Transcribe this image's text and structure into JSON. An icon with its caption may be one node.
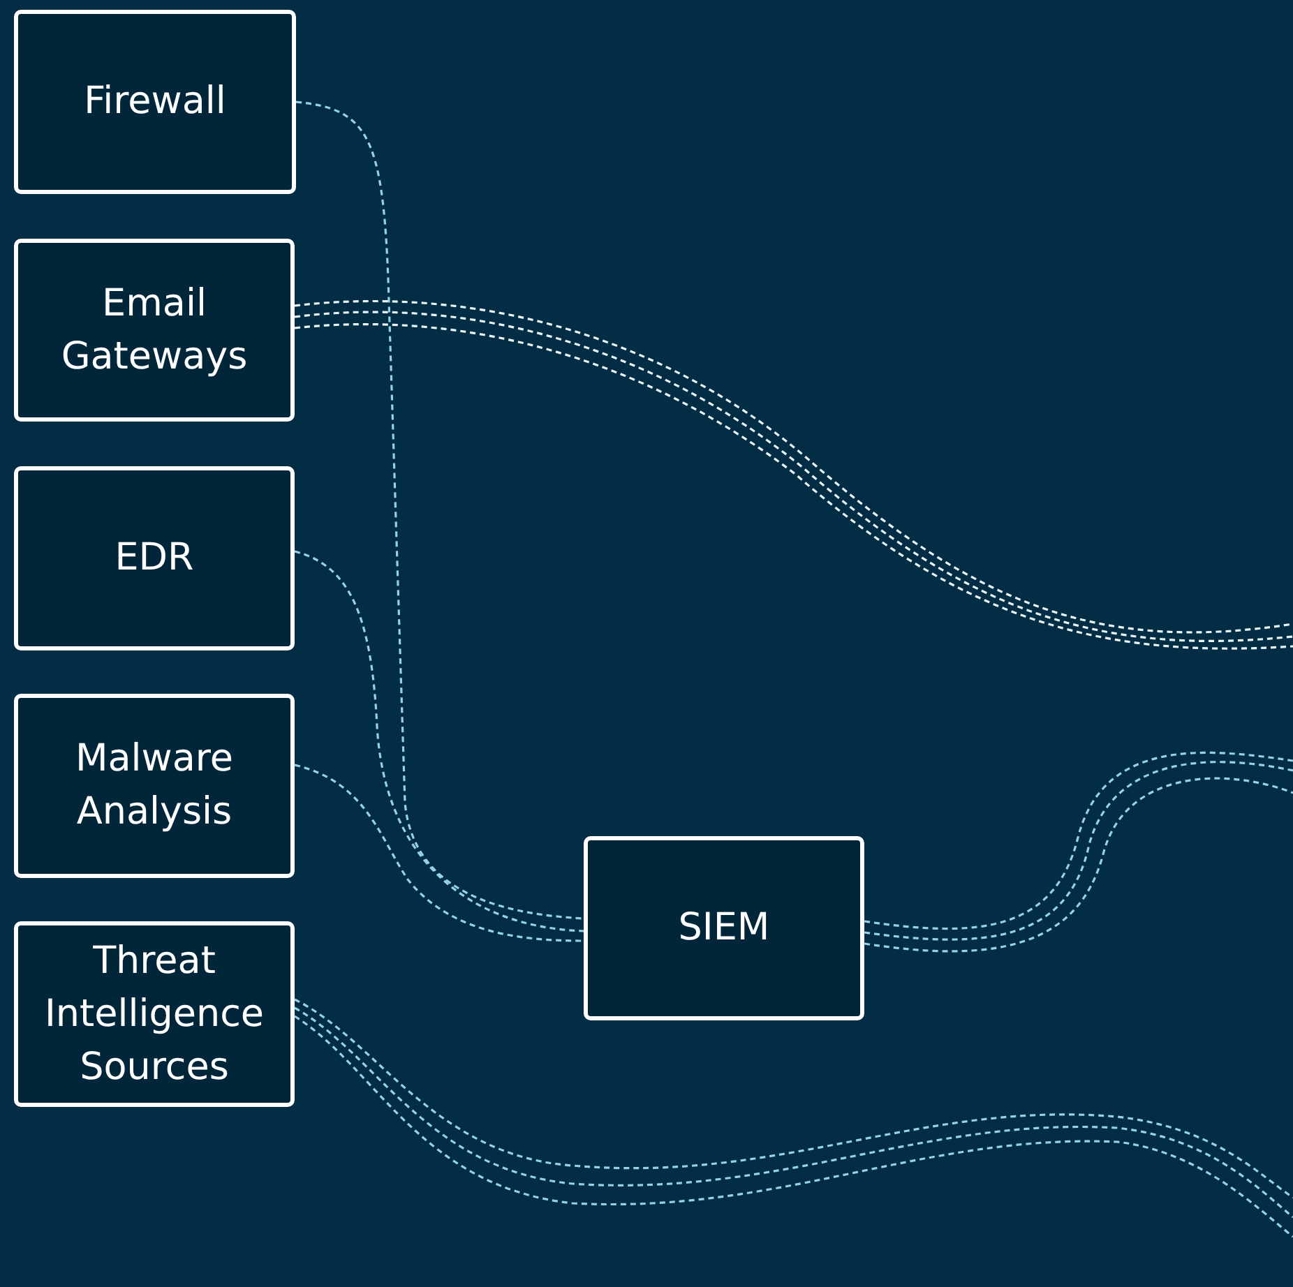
{
  "diagram": {
    "nodes": [
      {
        "text": [
          "Firewall"
        ]
      },
      {
        "text": [
          "Email Gateways"
        ]
      },
      {
        "text": [
          "EDR"
        ]
      },
      {
        "text": [
          "Malware Analysis"
        ]
      },
      {
        "text": [
          "Threat Intelligence Sources"
        ]
      },
      {
        "text": [
          "SIEM"
        ]
      }
    ],
    "edges": [
      {
        "from": 0,
        "to": 5,
        "arrow": "none",
        "style": "dashed"
      },
      {
        "from": 1,
        "to": null,
        "arrow": "none",
        "style": "dashed",
        "color": "#eaf6fa"
      },
      {
        "from": 1,
        "to": null,
        "arrow": "none",
        "style": "dashed",
        "color": "#eaf6fa"
      },
      {
        "from": 1,
        "to": null,
        "arrow": "none",
        "style": "dashed",
        "color": "#eaf6fa"
      },
      {
        "from": 2,
        "to": 5,
        "arrow": "none",
        "style": "dashed"
      },
      {
        "from": 3,
        "to": 5,
        "arrow": "none",
        "style": "dashed"
      },
      {
        "from": 5,
        "to": null,
        "arrow": "none",
        "style": "dashed"
      },
      {
        "from": 5,
        "to": null,
        "arrow": "none",
        "style": "dashed"
      },
      {
        "from": 5,
        "to": null,
        "arrow": "none",
        "style": "dashed"
      },
      {
        "from": 4,
        "to": null,
        "arrow": "none",
        "style": "dashed"
      },
      {
        "from": 4,
        "to": null,
        "arrow": "none",
        "style": "dashed"
      },
      {
        "from": 4,
        "to": null,
        "arrow": "none",
        "style": "dashed"
      }
    ]
  }
}
